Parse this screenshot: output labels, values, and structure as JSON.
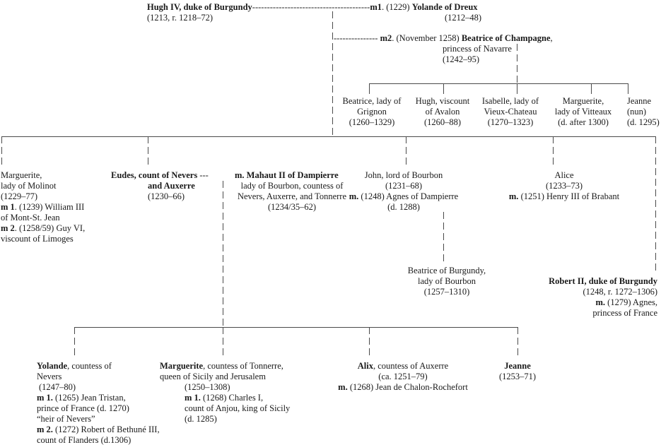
{
  "root": {
    "name": "Hugh IV, duke of Burgundy",
    "dates": "(1213, r. 1218–72)",
    "dashes": "----------------------------------------"
  },
  "first_marriage": {
    "label": "m1",
    "date": ". (1229) ",
    "spouse": "Yolande of Dreux",
    "dates": "(1212–48)"
  },
  "second_marriage": {
    "dashes": "---------------",
    "label": "m2",
    "date": ". (November 1258) ",
    "spouse": "Beatrice of Champagne",
    "tail": ",",
    "title": "princess of Navarre",
    "dates": "(1242–95)"
  },
  "second_children": [
    {
      "l1": "Beatrice, lady of",
      "l2": "Grignon",
      "l3": "(1260–1329)"
    },
    {
      "l1": "Hugh, viscount",
      "l2": "of Avalon",
      "l3": "(1260–88)"
    },
    {
      "l1": "Isabelle, lady of",
      "l2": "Vieux-Chateau",
      "l3": "(1270–1323)"
    },
    {
      "l1": "Marguerite,",
      "l2": "lady of Vitteaux",
      "l3": "(d. after 1300)"
    },
    {
      "l1": "Jeanne",
      "l2": "(nun)",
      "l3": "(d. 1295)"
    }
  ],
  "marguerite_molinot": {
    "l1": "Marguerite,",
    "l2": "lady of Molinot",
    "l3": "(1229–77)",
    "m1_label": "m 1",
    "m1_text": ". (1239) William III",
    "l5": "of Mont-St. Jean",
    "m2_label": "m 2",
    "m2_text": ". (1258/59) Guy VI,",
    "l7": "viscount of Limoges"
  },
  "eudes": {
    "l1": "Eudes, count of Nevers",
    "sep": " --- ",
    "l2": "and Auxerre",
    "dates": "(1230–66)"
  },
  "mahaut": {
    "name": "m. Mahaut II of Dampierre",
    "l2": "lady of Bourbon, countess of",
    "l3": "Nevers, Auxerre, and Tonnerre",
    "l4": "(1234/35–62)"
  },
  "john": {
    "l1": "John, lord of Bourbon",
    "l2": "(1231–68)",
    "m_label": "m.",
    "m_text": " (1248) Agnes of Dampierre",
    "l4": "(d. 1288)"
  },
  "alice": {
    "l1": "Alice",
    "l2": "(1233–73)",
    "m_label": "m.",
    "m_text": " (1251) Henry III of Brabant"
  },
  "beatrice_bourbon": {
    "l1": "Beatrice of Burgundy,",
    "l2": "lady of Bourbon",
    "l3": "(1257–1310)"
  },
  "robert": {
    "l1": "Robert II, duke of Burgundy",
    "l2": "(1248, r. 1272–1306)",
    "m_label": "m.",
    "m_text": " (1279) Agnes,",
    "l4": "princess of France"
  },
  "yolande": {
    "name": "Yolande",
    "tail": ", countess of",
    "l2": "Nevers",
    "l3": "(1247–80)",
    "m1_label": "m 1.",
    "m1_text": " (1265) Jean Tristan,",
    "l5": "prince of France (d. 1270)",
    "l6": "“heir of Nevers”",
    "m2_label": "m 2.",
    "m2_text": " (1272) Robert of Bethuné III,",
    "l8": "count of Flanders (d.1306)"
  },
  "marguerite_tonnerre": {
    "name": "Marguerite",
    "tail": ", countess of Tonnerre,",
    "l2": "queen of Sicily and Jerusalem",
    "l3": "(1250–1308)",
    "m_label": "m 1.",
    "m_text": " (1268) Charles I,",
    "l5": "count of Anjou, king of Sicily",
    "l6": "(d. 1285)"
  },
  "alix": {
    "name": "Alix",
    "tail": ", countess of Auxerre",
    "l2": "(ca. 1251–79)",
    "m_label": "m.",
    "m_text": " (1268) Jean de Chalon-Rochefort"
  },
  "jeanne_last": {
    "name": "Jeanne",
    "dates": "(1253–71)"
  },
  "colors": {
    "text": "#1a1a1a",
    "lines": "#4a4a4a"
  }
}
